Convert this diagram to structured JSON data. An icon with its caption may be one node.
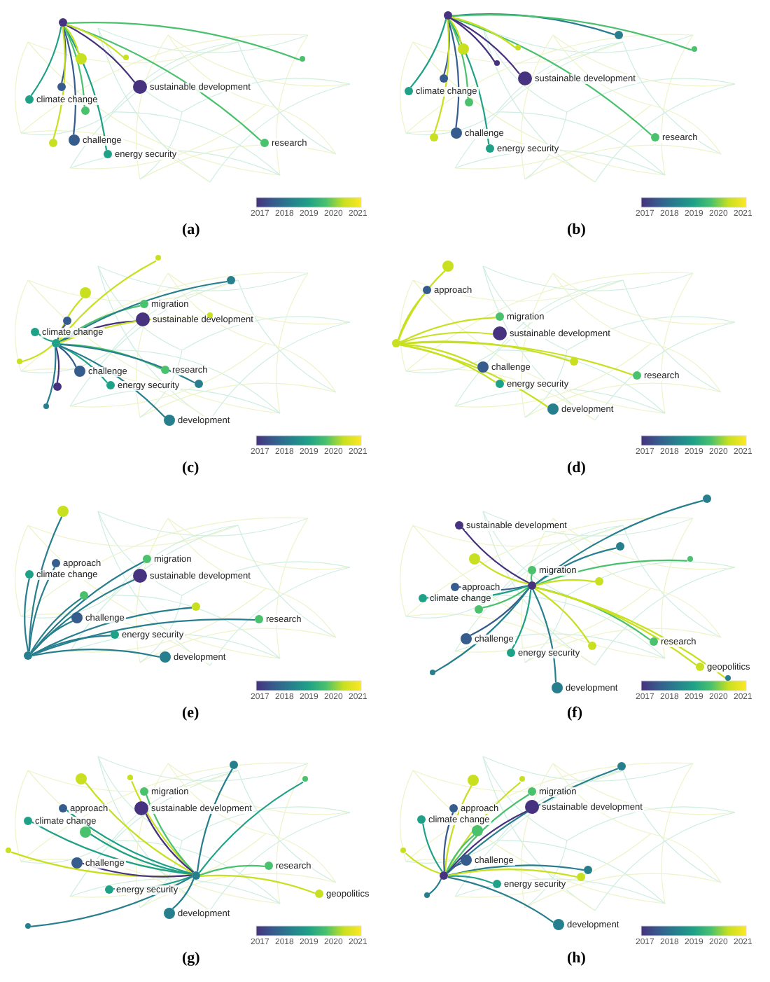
{
  "diagram": {
    "nodes": [
      {
        "text": [],
        "shape": "circle"
      },
      {
        "text": [
          "sustainable development"
        ]
      },
      {
        "text": [
          "climate change"
        ]
      },
      {
        "text": [],
        "shape": "circle"
      },
      {
        "text": [
          "challenge"
        ]
      },
      {
        "text": [
          "energy security"
        ]
      },
      {
        "text": [
          "research"
        ]
      },
      {
        "text": [],
        "shape": "circle"
      },
      {
        "text": [],
        "shape": "circle"
      },
      {
        "text": [],
        "shape": "circle"
      },
      {
        "text": [],
        "shape": "circle"
      },
      {
        "text": [],
        "shape": "circle"
      },
      {
        "text": [],
        "shape": "circle"
      },
      {
        "text": [
          "sustainable development"
        ]
      },
      {
        "text": [
          "climate change"
        ]
      },
      {
        "text": [],
        "shape": "circle"
      },
      {
        "text": [
          "challenge"
        ]
      },
      {
        "text": [
          "energy security"
        ]
      },
      {
        "text": [
          "research"
        ]
      },
      {
        "text": [],
        "shape": "circle"
      },
      {
        "text": [],
        "shape": "circle"
      },
      {
        "text": [],
        "shape": "circle"
      },
      {
        "text": [],
        "shape": "circle"
      },
      {
        "text": [],
        "shape": "circle"
      },
      {
        "text": [],
        "shape": "circle"
      },
      {
        "text": [],
        "shape": "circle"
      },
      {
        "text": [],
        "shape": "circle"
      },
      {
        "text": [
          "migration"
        ]
      },
      {
        "text": [
          "sustainable development"
        ]
      },
      {
        "text": [
          "climate change"
        ]
      },
      {
        "text": [
          "challenge"
        ]
      },
      {
        "text": [
          "energy security"
        ]
      },
      {
        "text": [
          "research"
        ]
      },
      {
        "text": [
          "development"
        ]
      },
      {
        "text": [],
        "shape": "circle"
      },
      {
        "text": [],
        "shape": "circle"
      },
      {
        "text": [],
        "shape": "circle"
      },
      {
        "text": [],
        "shape": "circle"
      },
      {
        "text": [],
        "shape": "circle"
      },
      {
        "text": [],
        "shape": "circle"
      },
      {
        "text": [],
        "shape": "circle"
      },
      {
        "text": [],
        "shape": "circle"
      },
      {
        "text": [],
        "shape": "circle"
      },
      {
        "text": [],
        "shape": "circle"
      },
      {
        "text": [],
        "shape": "circle"
      },
      {
        "text": [
          "approach"
        ]
      },
      {
        "text": [
          "migration"
        ]
      },
      {
        "text": [
          "sustainable development"
        ]
      },
      {
        "text": [
          "challenge"
        ]
      },
      {
        "text": [
          "energy security"
        ]
      },
      {
        "text": [
          "research"
        ]
      },
      {
        "text": [
          "development"
        ]
      },
      {
        "text": [],
        "shape": "circle"
      },
      {
        "text": [],
        "shape": "circle"
      },
      {
        "text": [],
        "shape": "circle"
      },
      {
        "text": [
          "approach"
        ]
      },
      {
        "text": [
          "migration"
        ]
      },
      {
        "text": [
          "sustainable development"
        ]
      },
      {
        "text": [
          "climate change"
        ]
      },
      {
        "text": [
          "challenge"
        ]
      },
      {
        "text": [
          "energy security"
        ]
      },
      {
        "text": [
          "research"
        ]
      },
      {
        "text": [
          "development"
        ]
      },
      {
        "text": [],
        "shape": "circle"
      },
      {
        "text": [],
        "shape": "circle"
      },
      {
        "text": [],
        "shape": "circle"
      },
      {
        "text": [
          "sustainable development"
        ]
      },
      {
        "text": [],
        "shape": "circle"
      },
      {
        "text": [],
        "shape": "circle"
      },
      {
        "text": [],
        "shape": "circle"
      },
      {
        "text": [
          "migration"
        ]
      },
      {
        "text": [],
        "shape": "circle"
      },
      {
        "text": [],
        "shape": "circle"
      },
      {
        "text": [
          "approach"
        ]
      },
      {
        "text": [
          "climate change"
        ]
      },
      {
        "text": [],
        "shape": "circle"
      },
      {
        "text": [
          "challenge"
        ]
      },
      {
        "text": [
          "energy security"
        ]
      },
      {
        "text": [
          "research"
        ]
      },
      {
        "text": [],
        "shape": "circle"
      },
      {
        "text": [
          "geopolitics"
        ]
      },
      {
        "text": [
          "development"
        ]
      },
      {
        "text": [],
        "shape": "circle"
      },
      {
        "text": [],
        "shape": "circle"
      },
      {
        "text": [],
        "shape": "circle"
      },
      {
        "text": [],
        "shape": "circle"
      },
      {
        "text": [],
        "shape": "circle"
      },
      {
        "text": [],
        "shape": "circle"
      },
      {
        "text": [
          "migration"
        ]
      },
      {
        "text": [
          "sustainable development"
        ]
      },
      {
        "text": [],
        "shape": "circle"
      },
      {
        "text": [
          "approach"
        ]
      },
      {
        "text": [
          "climate change"
        ]
      },
      {
        "text": [],
        "shape": "circle"
      },
      {
        "text": [],
        "shape": "circle"
      },
      {
        "text": [
          "challenge"
        ]
      },
      {
        "text": [
          "energy security"
        ]
      },
      {
        "text": [
          "research"
        ]
      },
      {
        "text": [
          "geopolitics"
        ]
      },
      {
        "text": [
          "development"
        ]
      },
      {
        "text": [],
        "shape": "circle"
      },
      {
        "text": [],
        "shape": "circle"
      },
      {
        "text": [],
        "shape": "circle"
      },
      {
        "text": [],
        "shape": "circle"
      },
      {
        "text": [],
        "shape": "circle"
      },
      {
        "text": [
          "migration"
        ]
      },
      {
        "text": [
          "sustainable development"
        ]
      },
      {
        "text": [
          "approach"
        ]
      },
      {
        "text": [
          "climate change"
        ]
      },
      {
        "text": [],
        "shape": "circle"
      },
      {
        "text": [],
        "shape": "circle"
      },
      {
        "text": [
          "challenge"
        ]
      },
      {
        "text": [
          "energy security"
        ]
      },
      {
        "text": [],
        "shape": "circle"
      },
      {
        "text": [],
        "shape": "circle"
      },
      {
        "text": [
          "development"
        ]
      },
      {
        "text": [],
        "shape": "circle"
      }
    ],
    "edges": [
      {
        "from": 0,
        "to": 1,
        "arrow": "none",
        "color": "#46327e"
      },
      {
        "from": 0,
        "to": 2,
        "arrow": "none",
        "color": "#1fa187"
      },
      {
        "from": 0,
        "to": 3,
        "arrow": "none",
        "color": "#365c8d"
      },
      {
        "from": 0,
        "to": 4,
        "arrow": "none",
        "color": "#365c8d"
      },
      {
        "from": 0,
        "to": 5,
        "arrow": "none",
        "color": "#1fa187"
      },
      {
        "from": 0,
        "to": 6,
        "arrow": "none",
        "color": "#4ac16d"
      },
      {
        "from": 0,
        "to": 7,
        "arrow": "none",
        "color": "#c8e020"
      },
      {
        "from": 0,
        "to": 8,
        "arrow": "none",
        "color": "#c8e020"
      },
      {
        "from": 0,
        "to": 9,
        "arrow": "none",
        "color": "#4ac16d"
      },
      {
        "from": 0,
        "to": 10,
        "arrow": "none",
        "color": "#c8e020"
      },
      {
        "from": 0,
        "to": 11,
        "arrow": "none",
        "color": "#4ac16d"
      },
      {
        "from": 12,
        "to": 13,
        "arrow": "none",
        "color": "#46327e"
      },
      {
        "from": 12,
        "to": 14,
        "arrow": "none",
        "color": "#1fa187"
      },
      {
        "from": 12,
        "to": 15,
        "arrow": "none",
        "color": "#365c8d"
      },
      {
        "from": 12,
        "to": 16,
        "arrow": "none",
        "color": "#365c8d"
      },
      {
        "from": 12,
        "to": 17,
        "arrow": "none",
        "color": "#1fa187"
      },
      {
        "from": 12,
        "to": 18,
        "arrow": "none",
        "color": "#4ac16d"
      },
      {
        "from": 12,
        "to": 19,
        "arrow": "none",
        "color": "#c8e020"
      },
      {
        "from": 12,
        "to": 20,
        "arrow": "none",
        "color": "#c8e020"
      },
      {
        "from": 12,
        "to": 21,
        "arrow": "none",
        "color": "#46327e"
      },
      {
        "from": 12,
        "to": 22,
        "arrow": "none",
        "color": "#277f8e"
      },
      {
        "from": 12,
        "to": 23,
        "arrow": "none",
        "color": "#4ac16d"
      },
      {
        "from": 12,
        "to": 24,
        "arrow": "none",
        "color": "#4ac16d"
      },
      {
        "from": 12,
        "to": 25,
        "arrow": "none",
        "color": "#c8e020"
      },
      {
        "from": 26,
        "to": 27,
        "arrow": "none",
        "color": "#4ac16d"
      },
      {
        "from": 26,
        "to": 28,
        "arrow": "none",
        "color": "#46327e"
      },
      {
        "from": 26,
        "to": 29,
        "arrow": "none",
        "color": "#1fa187"
      },
      {
        "from": 26,
        "to": 30,
        "arrow": "none",
        "color": "#365c8d"
      },
      {
        "from": 26,
        "to": 31,
        "arrow": "none",
        "color": "#1fa187"
      },
      {
        "from": 26,
        "to": 32,
        "arrow": "none",
        "color": "#4ac16d"
      },
      {
        "from": 26,
        "to": 33,
        "arrow": "none",
        "color": "#277f8e"
      },
      {
        "from": 26,
        "to": 34,
        "arrow": "none",
        "color": "#c8e020"
      },
      {
        "from": 26,
        "to": 35,
        "arrow": "none",
        "color": "#c8e020"
      },
      {
        "from": 26,
        "to": 36,
        "arrow": "none",
        "color": "#277f8e"
      },
      {
        "from": 26,
        "to": 37,
        "arrow": "none",
        "color": "#365c8d"
      },
      {
        "from": 26,
        "to": 38,
        "arrow": "none",
        "color": "#c8e020"
      },
      {
        "from": 26,
        "to": 39,
        "arrow": "none",
        "color": "#c8e020"
      },
      {
        "from": 26,
        "to": 40,
        "arrow": "none",
        "color": "#46327e"
      },
      {
        "from": 26,
        "to": 41,
        "arrow": "none",
        "color": "#277f8e"
      },
      {
        "from": 26,
        "to": 42,
        "arrow": "none",
        "color": "#277f8e"
      },
      {
        "from": 43,
        "to": 44,
        "arrow": "none",
        "color": "#c8e020"
      },
      {
        "from": 43,
        "to": 45,
        "arrow": "none",
        "color": "#c8e020"
      },
      {
        "from": 43,
        "to": 46,
        "arrow": "none",
        "color": "#c8e020"
      },
      {
        "from": 43,
        "to": 47,
        "arrow": "none",
        "color": "#c8e020"
      },
      {
        "from": 43,
        "to": 48,
        "arrow": "none",
        "color": "#c8e020"
      },
      {
        "from": 43,
        "to": 49,
        "arrow": "none",
        "color": "#c8e020"
      },
      {
        "from": 43,
        "to": 50,
        "arrow": "none",
        "color": "#c8e020"
      },
      {
        "from": 43,
        "to": 51,
        "arrow": "none",
        "color": "#c8e020"
      },
      {
        "from": 43,
        "to": 52,
        "arrow": "none",
        "color": "#c8e020"
      },
      {
        "from": 53,
        "to": 54,
        "arrow": "none",
        "color": "#277f8e"
      },
      {
        "from": 53,
        "to": 55,
        "arrow": "none",
        "color": "#277f8e"
      },
      {
        "from": 53,
        "to": 56,
        "arrow": "none",
        "color": "#277f8e"
      },
      {
        "from": 53,
        "to": 57,
        "arrow": "none",
        "color": "#277f8e"
      },
      {
        "from": 53,
        "to": 58,
        "arrow": "none",
        "color": "#277f8e"
      },
      {
        "from": 53,
        "to": 59,
        "arrow": "none",
        "color": "#277f8e"
      },
      {
        "from": 53,
        "to": 60,
        "arrow": "none",
        "color": "#277f8e"
      },
      {
        "from": 53,
        "to": 61,
        "arrow": "none",
        "color": "#277f8e"
      },
      {
        "from": 53,
        "to": 62,
        "arrow": "none",
        "color": "#277f8e"
      },
      {
        "from": 53,
        "to": 63,
        "arrow": "none",
        "color": "#277f8e"
      },
      {
        "from": 53,
        "to": 64,
        "arrow": "none",
        "color": "#277f8e"
      },
      {
        "from": 65,
        "to": 66,
        "arrow": "none",
        "color": "#46327e"
      },
      {
        "from": 65,
        "to": 67,
        "arrow": "none",
        "color": "#277f8e"
      },
      {
        "from": 65,
        "to": 68,
        "arrow": "none",
        "color": "#277f8e"
      },
      {
        "from": 65,
        "to": 69,
        "arrow": "none",
        "color": "#4ac16d"
      },
      {
        "from": 65,
        "to": 70,
        "arrow": "none",
        "color": "#4ac16d"
      },
      {
        "from": 65,
        "to": 71,
        "arrow": "none",
        "color": "#c8e020"
      },
      {
        "from": 65,
        "to": 72,
        "arrow": "none",
        "color": "#c8e020"
      },
      {
        "from": 65,
        "to": 73,
        "arrow": "none",
        "color": "#365c8d"
      },
      {
        "from": 65,
        "to": 74,
        "arrow": "none",
        "color": "#1fa187"
      },
      {
        "from": 65,
        "to": 75,
        "arrow": "none",
        "color": "#4ac16d"
      },
      {
        "from": 65,
        "to": 76,
        "arrow": "none",
        "color": "#365c8d"
      },
      {
        "from": 65,
        "to": 77,
        "arrow": "none",
        "color": "#1fa187"
      },
      {
        "from": 65,
        "to": 78,
        "arrow": "none",
        "color": "#4ac16d"
      },
      {
        "from": 65,
        "to": 79,
        "arrow": "none",
        "color": "#c8e020"
      },
      {
        "from": 65,
        "to": 80,
        "arrow": "none",
        "color": "#c8e020"
      },
      {
        "from": 65,
        "to": 81,
        "arrow": "none",
        "color": "#277f8e"
      },
      {
        "from": 65,
        "to": 82,
        "arrow": "none",
        "color": "#277f8e"
      },
      {
        "from": 65,
        "to": 83,
        "arrow": "none",
        "color": "#c8e020"
      },
      {
        "from": 84,
        "to": 85,
        "arrow": "none",
        "color": "#277f8e"
      },
      {
        "from": 84,
        "to": 86,
        "arrow": "none",
        "color": "#c8e020"
      },
      {
        "from": 84,
        "to": 87,
        "arrow": "none",
        "color": "#c8e020"
      },
      {
        "from": 84,
        "to": 88,
        "arrow": "none",
        "color": "#4ac16d"
      },
      {
        "from": 84,
        "to": 89,
        "arrow": "none",
        "color": "#46327e"
      },
      {
        "from": 84,
        "to": 90,
        "arrow": "none",
        "color": "#1fa187"
      },
      {
        "from": 84,
        "to": 91,
        "arrow": "none",
        "color": "#1fa187"
      },
      {
        "from": 84,
        "to": 92,
        "arrow": "none",
        "color": "#1fa187"
      },
      {
        "from": 84,
        "to": 93,
        "arrow": "none",
        "color": "#1fa187"
      },
      {
        "from": 84,
        "to": 94,
        "arrow": "none",
        "color": "#c8e020"
      },
      {
        "from": 84,
        "to": 95,
        "arrow": "none",
        "color": "#46327e"
      },
      {
        "from": 84,
        "to": 96,
        "arrow": "none",
        "color": "#1fa187"
      },
      {
        "from": 84,
        "to": 97,
        "arrow": "none",
        "color": "#4ac16d"
      },
      {
        "from": 84,
        "to": 98,
        "arrow": "none",
        "color": "#c8e020"
      },
      {
        "from": 84,
        "to": 99,
        "arrow": "none",
        "color": "#277f8e"
      },
      {
        "from": 84,
        "to": 100,
        "arrow": "none",
        "color": "#277f8e"
      },
      {
        "from": 101,
        "to": 102,
        "arrow": "none",
        "color": "#277f8e"
      },
      {
        "from": 101,
        "to": 103,
        "arrow": "none",
        "color": "#c8e020"
      },
      {
        "from": 101,
        "to": 104,
        "arrow": "none",
        "color": "#c8e020"
      },
      {
        "from": 101,
        "to": 105,
        "arrow": "none",
        "color": "#4ac16d"
      },
      {
        "from": 101,
        "to": 106,
        "arrow": "none",
        "color": "#46327e"
      },
      {
        "from": 101,
        "to": 107,
        "arrow": "none",
        "color": "#365c8d"
      },
      {
        "from": 101,
        "to": 108,
        "arrow": "none",
        "color": "#1fa187"
      },
      {
        "from": 101,
        "to": 109,
        "arrow": "none",
        "color": "#4ac16d"
      },
      {
        "from": 101,
        "to": 110,
        "arrow": "none",
        "color": "#c8e020"
      },
      {
        "from": 101,
        "to": 111,
        "arrow": "none",
        "color": "#365c8d"
      },
      {
        "from": 101,
        "to": 112,
        "arrow": "none",
        "color": "#1fa187"
      },
      {
        "from": 101,
        "to": 113,
        "arrow": "none",
        "color": "#277f8e"
      },
      {
        "from": 101,
        "to": 114,
        "arrow": "none",
        "color": "#c8e020"
      },
      {
        "from": 101,
        "to": 115,
        "arrow": "none",
        "color": "#277f8e"
      },
      {
        "from": 101,
        "to": 116,
        "arrow": "none",
        "color": "#277f8e"
      }
    ],
    "labels": [
      "2017",
      "2018",
      "2019",
      "2020",
      "2021",
      "2017",
      "2018",
      "2019",
      "2020",
      "2021",
      "(a)",
      "(b)",
      "2017",
      "2018",
      "2019",
      "2020",
      "2021",
      "2017",
      "2018",
      "2019",
      "2020",
      "2021",
      "(c)",
      "(d)",
      "2017",
      "2018",
      "2019",
      "2020",
      "2021",
      "2017",
      "2018",
      "2019",
      "2020",
      "2021",
      "(e)",
      "(f)",
      "2017",
      "2018",
      "2019",
      "2020",
      "2021",
      "2017",
      "2018",
      "2019",
      "2020",
      "2021",
      "(g)",
      "(h)"
    ]
  }
}
